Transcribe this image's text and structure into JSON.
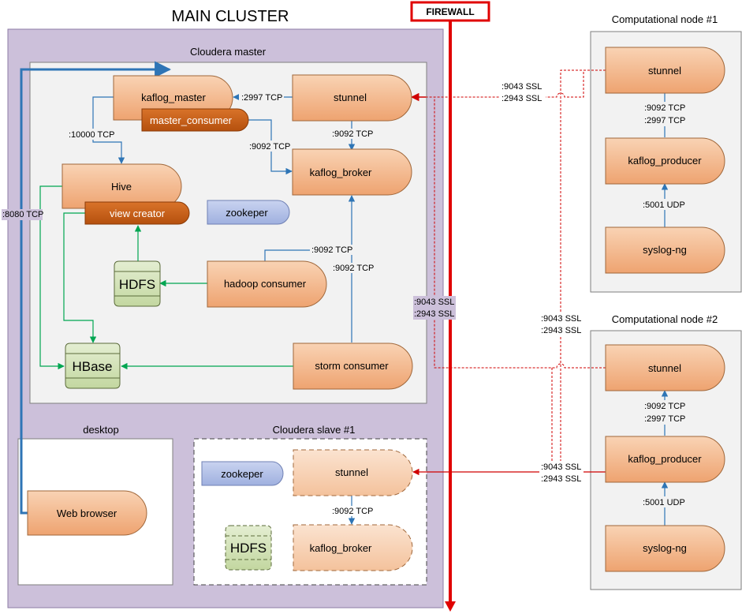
{
  "main_cluster": {
    "title": "MAIN CLUSTER"
  },
  "firewall": {
    "label": "FIREWALL"
  },
  "cloudera_master": {
    "title": "Cloudera master",
    "nodes": {
      "kaflog_master": "kaflog_master",
      "master_consumer": "master_consumer",
      "stunnel": "stunnel",
      "kaflog_broker": "kaflog_broker",
      "hive": "Hive",
      "view_creator": "view creator",
      "zookeper": "zookeper",
      "hdfs": "HDFS",
      "hadoop_consumer": "hadoop consumer",
      "hbase": "HBase",
      "storm_consumer": "storm consumer"
    },
    "edges": {
      "stunnel_to_master": ":2997 TCP",
      "stunnel_to_broker": ":9092 TCP",
      "master_to_hive": ":10000 TCP",
      "consumer_to_broker": ":9092 TCP",
      "hadoop_to_broker": ":9092 TCP",
      "storm_to_broker": ":9092 TCP"
    }
  },
  "browser_link": {
    "label": ":8080 TCP"
  },
  "desktop": {
    "title": "desktop",
    "web_browser": "Web browser"
  },
  "cloudera_slave": {
    "title": "Cloudera slave #1",
    "nodes": {
      "zookeper": "zookeper",
      "stunnel": "stunnel",
      "hdfs": "HDFS",
      "kaflog_broker": "kaflog_broker"
    },
    "edge": ":9092 TCP"
  },
  "ssl_links": {
    "node1_port1": ":9043 SSL",
    "node1_port2": ":2943 SSL",
    "node2_port1": ":9043 SSL",
    "node2_port2": ":2943 SSL",
    "mid_port1": ":9043 SSL",
    "mid_port2": ":2943 SSL",
    "slave_port1": ":9043 SSL",
    "slave_port2": ":2943 SSL"
  },
  "computational_node_1": {
    "title": "Computational node #1",
    "stunnel": "stunnel",
    "kaflog_producer": "kaflog_producer",
    "syslog_ng": "syslog-ng",
    "edge_top_1": ":9092 TCP",
    "edge_top_2": ":2997 TCP",
    "edge_bottom": ":5001 UDP"
  },
  "computational_node_2": {
    "title": "Computational node #2",
    "stunnel": "stunnel",
    "kaflog_producer": "kaflog_producer",
    "syslog_ng": "syslog-ng",
    "edge_top_1": ":9092 TCP",
    "edge_top_2": ":2997 TCP",
    "edge_bottom": ":5001 UDP"
  },
  "colors": {
    "cluster_fill": "#ccc0da",
    "node_fill": "#f2b482",
    "node_dark": "#c55a11",
    "zookeper_fill": "#b4c1e6",
    "storage_fill": "#d7e4bc",
    "blue_edge": "#2e75b6",
    "green_edge": "#00a651",
    "firewall_red": "#e00000"
  }
}
